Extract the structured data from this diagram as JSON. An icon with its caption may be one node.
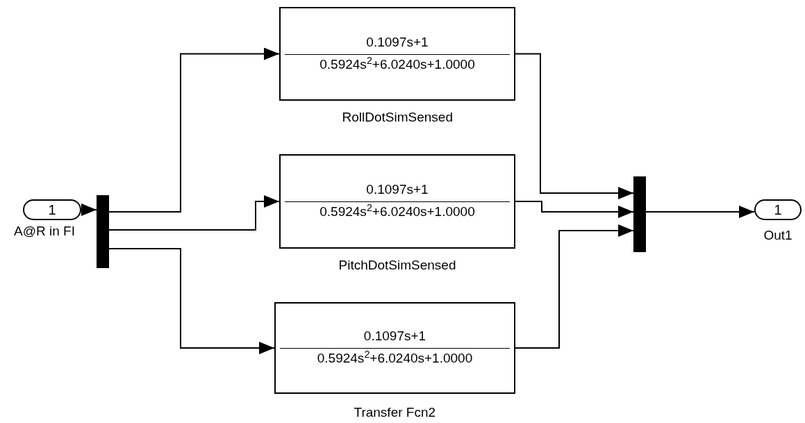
{
  "diagram": {
    "nodes": [
      {
        "text": [
          "1"
        ],
        "beside": [
          "A@R in FI"
        ]
      },
      {
        "text": [],
        "shape": "bar"
      },
      {
        "text": [
          "0.1097s+1",
          "0.5924s$^{2}$+6.0240s+1.0000"
        ],
        "beside": [
          "RollDotSimSensed"
        ]
      },
      {
        "text": [
          "0.1097s+1",
          "0.5924s$^{2}$+6.0240s+1.0000"
        ],
        "beside": [
          "PitchDotSimSensed"
        ]
      },
      {
        "text": [
          "0.1097s+1",
          "0.5924s$^{2}$+6.0240s+1.0000"
        ],
        "beside": [
          "Transfer Fcn2"
        ]
      },
      {
        "text": [],
        "shape": "bar"
      },
      {
        "text": [
          "1"
        ],
        "beside": [
          "Out1"
        ]
      }
    ],
    "edges": [
      {
        "from": 0,
        "to": 1,
        "arrow": "to"
      },
      {
        "from": 1,
        "to": 2,
        "arrow": "to"
      },
      {
        "from": 1,
        "to": 3,
        "arrow": "to"
      },
      {
        "from": 1,
        "to": 4,
        "arrow": "to"
      },
      {
        "from": 2,
        "to": 5,
        "arrow": "to"
      },
      {
        "from": 3,
        "to": 5,
        "arrow": "to"
      },
      {
        "from": 4,
        "to": 5,
        "arrow": "to"
      },
      {
        "from": 5,
        "to": 6,
        "arrow": "to"
      }
    ]
  }
}
